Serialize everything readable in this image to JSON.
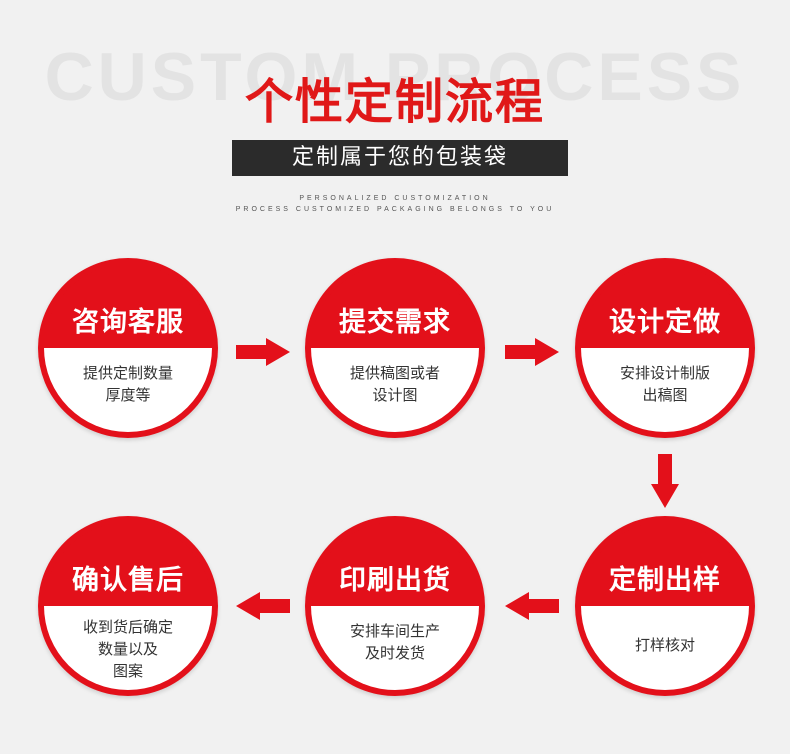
{
  "header": {
    "bg_text": "CUSTOM PROCESS",
    "title": "个性定制流程",
    "subtitle": "定制属于您的包装袋",
    "tiny_line1": "PERSONALIZED CUSTOMIZATION",
    "tiny_line2": "PROCESS CUSTOMIZED PACKAGING BELONGS TO YOU"
  },
  "steps": [
    {
      "title": "咨询客服",
      "desc": "提供定制数量\n厚度等"
    },
    {
      "title": "提交需求",
      "desc": "提供稿图或者\n设计图"
    },
    {
      "title": "设计定做",
      "desc": "安排设计制版\n出稿图"
    },
    {
      "title": "定制出样",
      "desc": "打样核对"
    },
    {
      "title": "印刷出货",
      "desc": "安排车间生产\n及时发货"
    },
    {
      "title": "确认售后",
      "desc": "收到货后确定\n数量以及\n图案"
    }
  ],
  "colors": {
    "accent": "#e3101a",
    "dark_bar": "#2b2b2b"
  }
}
